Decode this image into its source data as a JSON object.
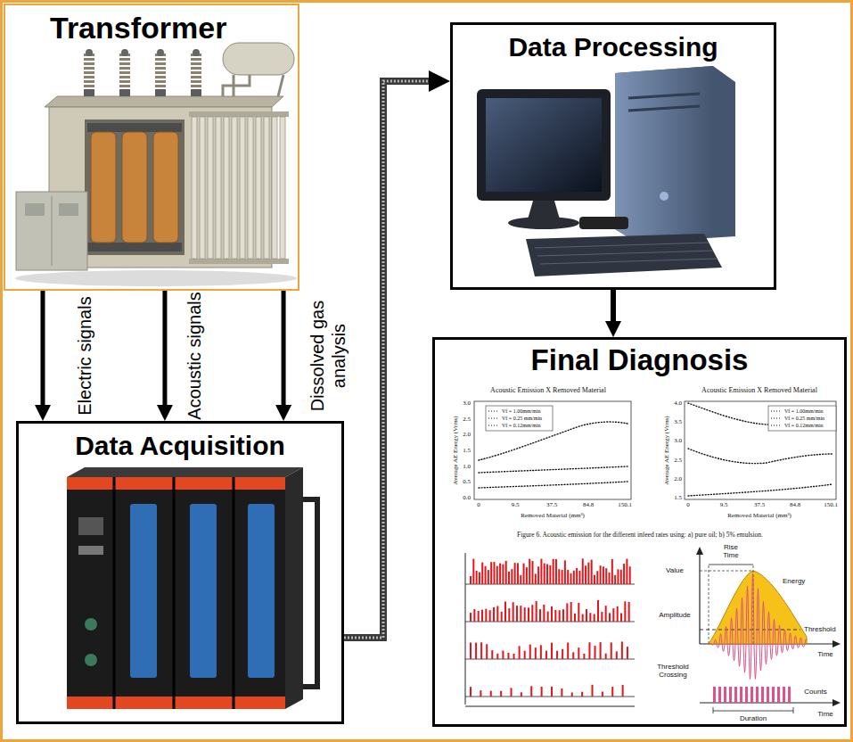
{
  "diagram": {
    "nodes": [
      {
        "text": [
          "Transformer"
        ]
      },
      {
        "text": [
          "Data Acquisition"
        ]
      },
      {
        "text": [
          "Data Processing"
        ]
      },
      {
        "text": [
          "Final Diagnosis"
        ]
      }
    ],
    "edges": [
      {
        "from": 0,
        "to": 1,
        "label": "Electric signals",
        "arrow": "to"
      },
      {
        "from": 0,
        "to": 1,
        "label": "Acoustic signals",
        "arrow": "to"
      },
      {
        "from": 0,
        "to": 1,
        "label": "Dissolved gas analysis",
        "arrow": "to"
      },
      {
        "from": 1,
        "to": 2,
        "arrow": "to"
      },
      {
        "from": 2,
        "to": 3,
        "arrow": "to"
      }
    ],
    "labels": [
      "Acoustic Emission X Removed Material",
      "Vf = 1.00mm/min",
      "Vf = 0.25 mm/min",
      "Vf = 0.12mm/min",
      "Average AE Energy (Vrms)",
      "0.0",
      "0.5",
      "1.0",
      "1.5",
      "2.0",
      "2.5",
      "3.0",
      "0",
      "9.5",
      "37.5",
      "84.8",
      "150.1",
      "Removed Material (mm³)",
      "Acoustic Emission X Removed Material",
      "Vf = 1.00mm/min",
      "Vf = 0.25 mm/min",
      "Vf = 0.12mm/min",
      "Average AE Energy (Vrms)",
      "1.5",
      "2.0",
      "2.5",
      "3.0",
      "3.5",
      "4.0",
      "0",
      "9.5",
      "37.5",
      "84.8",
      "150.1",
      "Removed Material (mm³)",
      "Figure 6. Acoustic emission for the different infeed rates using: a) pure oil; b) 5% emulsion.",
      "Value",
      "Rise Time",
      "Energy",
      "Amplitude",
      "Threshold",
      "Time",
      "Threshold Crossing",
      "Counts",
      "Duration",
      "Time"
    ]
  }
}
